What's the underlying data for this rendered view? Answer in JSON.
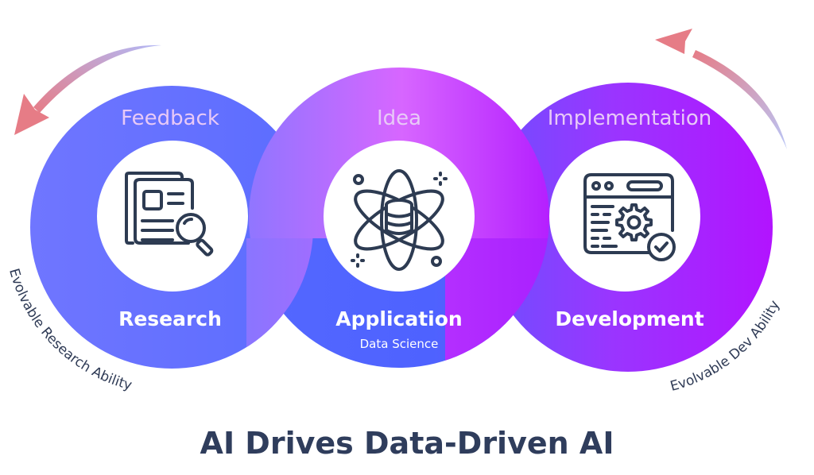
{
  "diagram": {
    "title": "AI Drives Data-Driven AI",
    "rings": [
      {
        "id": "research",
        "top_label": "Feedback",
        "bottom_label": "Research",
        "icon": "document-search-icon",
        "color_start": "#6f78ff",
        "color_end": "#5a6bff"
      },
      {
        "id": "application",
        "top_label": "Idea",
        "bottom_label": "Application",
        "sub_label": "Data Science",
        "icon": "atom-database-icon",
        "color_top": "#d465ff",
        "color_bottom": "#4f64ff"
      },
      {
        "id": "development",
        "top_label": "Implementation",
        "bottom_label": "Development",
        "icon": "browser-gear-check-icon",
        "color_start": "#7a4dff",
        "color_end": "#b015ff"
      }
    ],
    "arc_labels": {
      "left": "Evolvable Research Ability",
      "right": "Evolvable Dev Ability"
    },
    "arrows": {
      "left": "counterclockwise-arrow",
      "right": "counterclockwise-arrow",
      "gradient_start": "#a9b8ff",
      "gradient_end": "#e87c86"
    }
  }
}
